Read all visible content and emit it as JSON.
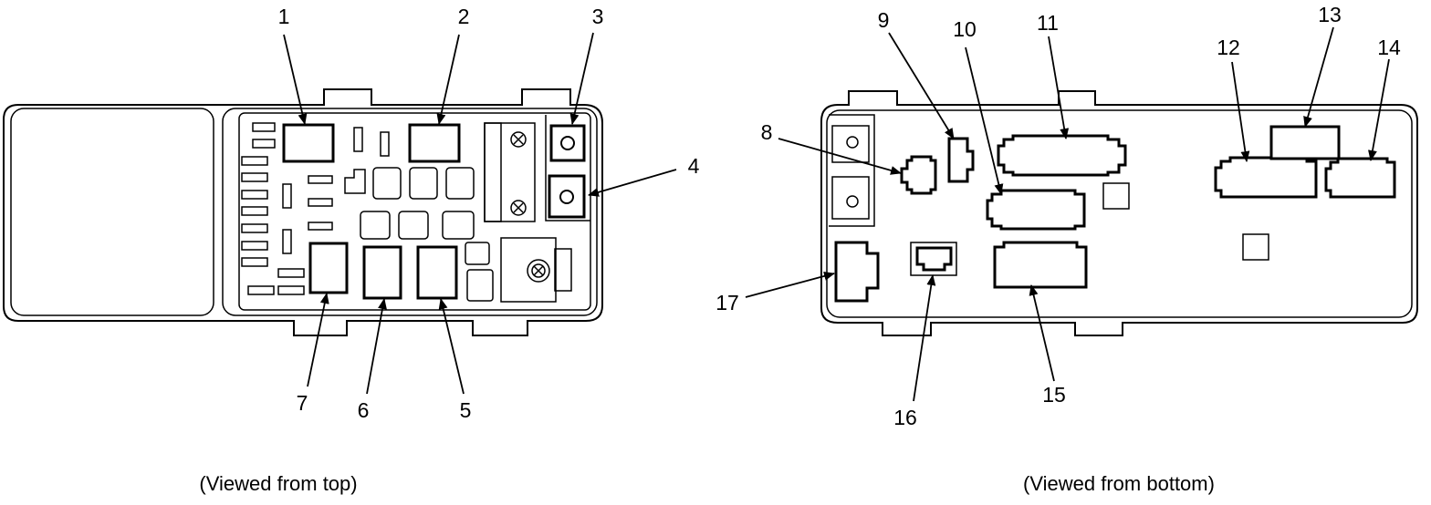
{
  "views": [
    {
      "id": "top",
      "caption": "(Viewed from top)",
      "callouts": [
        {
          "label": "1"
        },
        {
          "label": "2"
        },
        {
          "label": "3"
        },
        {
          "label": "4"
        },
        {
          "label": "5"
        },
        {
          "label": "6"
        },
        {
          "label": "7"
        }
      ]
    },
    {
      "id": "bottom",
      "caption": "(Viewed from bottom)",
      "callouts": [
        {
          "label": "8"
        },
        {
          "label": "9"
        },
        {
          "label": "10"
        },
        {
          "label": "11"
        },
        {
          "label": "12"
        },
        {
          "label": "13"
        },
        {
          "label": "14"
        },
        {
          "label": "15"
        },
        {
          "label": "16"
        },
        {
          "label": "17"
        }
      ]
    }
  ]
}
